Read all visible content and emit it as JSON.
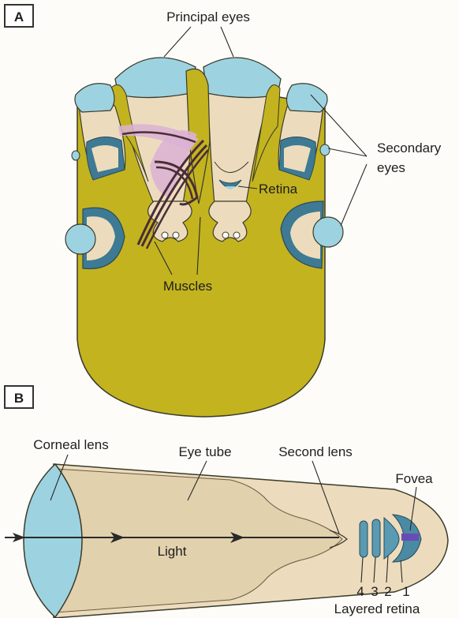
{
  "panels": {
    "a": {
      "letter": "A"
    },
    "b": {
      "letter": "B"
    }
  },
  "labels_a": {
    "principal_eyes": "Principal eyes",
    "secondary_eyes_line1": "Secondary",
    "secondary_eyes_line2": "eyes",
    "retina": "Retina",
    "muscles": "Muscles"
  },
  "labels_b": {
    "corneal_lens": "Corneal lens",
    "eye_tube": "Eye tube",
    "second_lens": "Second lens",
    "fovea": "Fovea",
    "light": "Light",
    "layer_numbers": [
      "4",
      "3",
      "2",
      "1"
    ],
    "layered_retina": "Layered retina"
  },
  "colors": {
    "body_yellow": "#c3b31f",
    "lens_blue": "#9dd3e0",
    "dark_blue": "#3e7a93",
    "tissue_beige": "#ecdcbd",
    "muscle_pink": "#dcb1d3",
    "muscle_dark": "#4a2d36",
    "fovea_purple": "#6a4bb5"
  }
}
